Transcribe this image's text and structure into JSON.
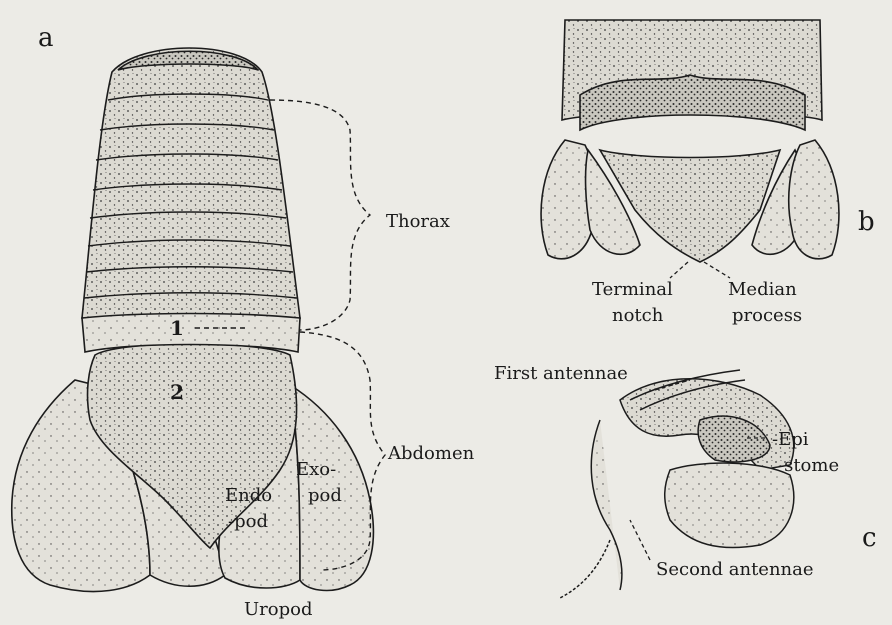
{
  "panels": {
    "a": "a",
    "b": "b",
    "c": "c"
  },
  "panel_a": {
    "segment_1": "1",
    "segment_2": "2",
    "thorax": "Thorax",
    "abdomen": "Abdomen",
    "endopod_line1": "Endo",
    "endopod_line2": "-pod",
    "exopod_line1": "Exo-",
    "exopod_line2": "pod",
    "uropod": "Uropod"
  },
  "panel_b": {
    "terminal_line1": "Terminal",
    "terminal_line2": "notch",
    "median_line1": "Median",
    "median_line2": "process"
  },
  "panel_c": {
    "first_antennae": "First antennae",
    "epistome_line1": "-Epi",
    "epistome_line2": "-stome",
    "second_antennae": "Second antennae"
  },
  "colors": {
    "background": "#ecebe6",
    "ink": "#1c1c1c",
    "body_fill": "#d9d7cf"
  }
}
